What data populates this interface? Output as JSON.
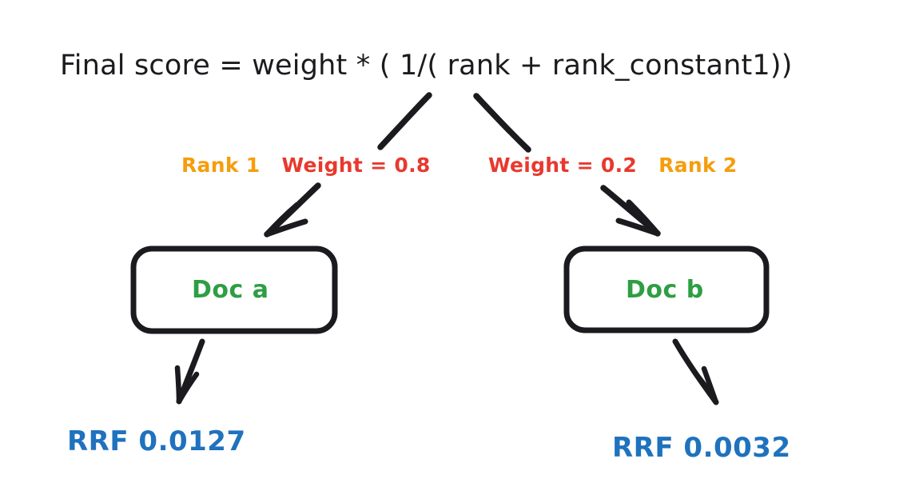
{
  "diagram": {
    "title_formula": "Final score = weight * ( 1/( rank + rank_constant1))",
    "background_color": "#ffffff",
    "colors": {
      "ink": "#1b1b1f",
      "rank": "#f59d0e",
      "weight": "#e8392e",
      "doc": "#2e9e43",
      "rrf": "#1f72bd"
    },
    "branches": [
      {
        "id": "left",
        "rank_label": "Rank 1",
        "weight_label": "Weight = 0.8",
        "doc_label": "Doc a",
        "rrf_label": "RRF 0.0127"
      },
      {
        "id": "right",
        "weight_label": "Weight = 0.2",
        "rank_label": "Rank 2",
        "doc_label": "Doc b",
        "rrf_label": "RRF 0.0032"
      }
    ]
  }
}
